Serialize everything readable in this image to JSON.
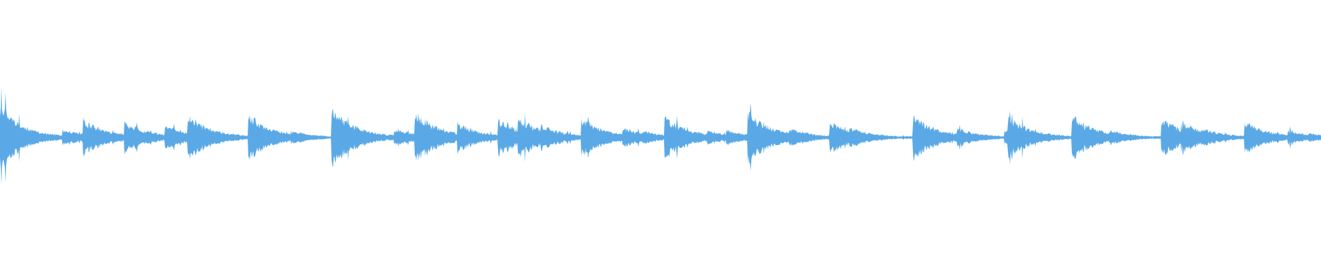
{
  "waveform": {
    "color": "#5aa9e6",
    "background": "#ffffff",
    "transients": [
      {
        "t": 0.0,
        "a": 0.42
      },
      {
        "t": 0.047,
        "a": 0.12
      },
      {
        "t": 0.063,
        "a": 0.24
      },
      {
        "t": 0.094,
        "a": 0.22
      },
      {
        "t": 0.125,
        "a": 0.18
      },
      {
        "t": 0.142,
        "a": 0.3
      },
      {
        "t": 0.16,
        "a": 0.1
      },
      {
        "t": 0.188,
        "a": 0.3
      },
      {
        "t": 0.22,
        "a": 0.09
      },
      {
        "t": 0.251,
        "a": 0.4
      },
      {
        "t": 0.298,
        "a": 0.12
      },
      {
        "t": 0.314,
        "a": 0.36
      },
      {
        "t": 0.346,
        "a": 0.2
      },
      {
        "t": 0.377,
        "a": 0.24
      },
      {
        "t": 0.392,
        "a": 0.28
      },
      {
        "t": 0.409,
        "a": 0.18
      },
      {
        "t": 0.44,
        "a": 0.26
      },
      {
        "t": 0.471,
        "a": 0.14
      },
      {
        "t": 0.486,
        "a": 0.09
      },
      {
        "t": 0.503,
        "a": 0.28
      },
      {
        "t": 0.535,
        "a": 0.1
      },
      {
        "t": 0.55,
        "a": 0.1
      },
      {
        "t": 0.566,
        "a": 0.34
      },
      {
        "t": 0.597,
        "a": 0.13
      },
      {
        "t": 0.628,
        "a": 0.22
      },
      {
        "t": 0.643,
        "a": 0.14
      },
      {
        "t": 0.691,
        "a": 0.3
      },
      {
        "t": 0.724,
        "a": 0.13
      },
      {
        "t": 0.76,
        "a": 0.1
      },
      {
        "t": 0.763,
        "a": 0.28
      },
      {
        "t": 0.811,
        "a": 0.3
      },
      {
        "t": 0.84,
        "a": 0.1
      },
      {
        "t": 0.879,
        "a": 0.26
      },
      {
        "t": 0.895,
        "a": 0.22
      },
      {
        "t": 0.91,
        "a": 0.12
      },
      {
        "t": 0.942,
        "a": 0.22
      },
      {
        "t": 0.975,
        "a": 0.09
      },
      {
        "t": 0.99,
        "a": 0.06
      }
    ]
  }
}
